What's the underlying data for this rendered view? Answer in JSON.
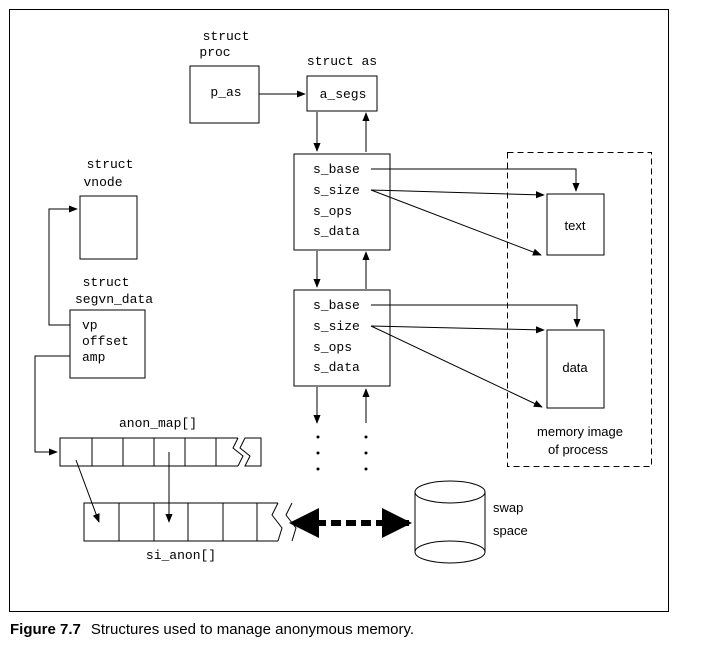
{
  "structs": {
    "proc": {
      "title1": "struct",
      "title2": "proc",
      "field": "p_as"
    },
    "as": {
      "title": "struct as",
      "field": "a_segs"
    },
    "vnode": {
      "title1": "struct",
      "title2": "vnode"
    },
    "segvn": {
      "title1": "struct",
      "title2": "segvn_data",
      "fields": [
        "vp",
        "offset",
        "amp"
      ]
    }
  },
  "segments": [
    {
      "fields": [
        "s_base",
        "s_size",
        "s_ops",
        "s_data"
      ]
    },
    {
      "fields": [
        "s_base",
        "s_size",
        "s_ops",
        "s_data"
      ]
    }
  ],
  "memory_image": {
    "text": "text",
    "data": "data",
    "label1": "memory image",
    "label2": "of process"
  },
  "anon_map_label": "anon_map[]",
  "si_anon_label": "si_anon[]",
  "swap": {
    "label1": "swap",
    "label2": "space"
  },
  "ellipsis": ".",
  "caption": {
    "figure": "Figure 7.7",
    "text": "Structures used to manage anonymous memory."
  }
}
